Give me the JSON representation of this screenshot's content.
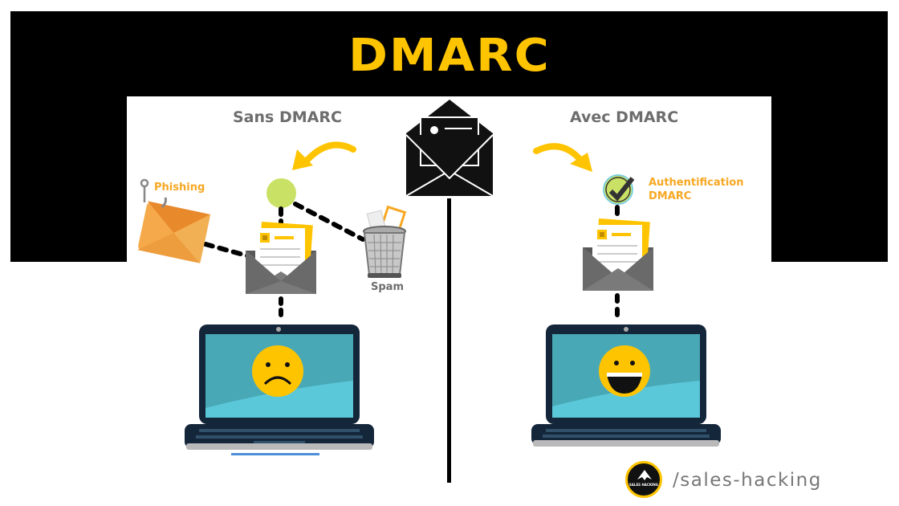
{
  "title": "DMARC",
  "left_panel": {
    "heading": "Sans DMARC",
    "phishing_label": "Phishing",
    "spam_label": "Spam",
    "outcome": "sad-face"
  },
  "right_panel": {
    "heading": "Avec DMARC",
    "auth_label_line1": "Authentification",
    "auth_label_line2": "DMARC",
    "outcome": "happy-face"
  },
  "center": {
    "icon": "open-envelope-with-profile-letter-icon"
  },
  "brand": {
    "logo_text": "SALES HACKING",
    "handle": "/sales-hacking"
  },
  "colors": {
    "accent_yellow": "#ffc400",
    "label_orange": "#f7a823",
    "heading_gray": "#6d6d6d",
    "frame_black": "#000000",
    "status_green": "#c9e265",
    "screen_teal": "#49a8b6",
    "screen_light": "#5bc8da",
    "laptop_dark": "#14263a"
  }
}
